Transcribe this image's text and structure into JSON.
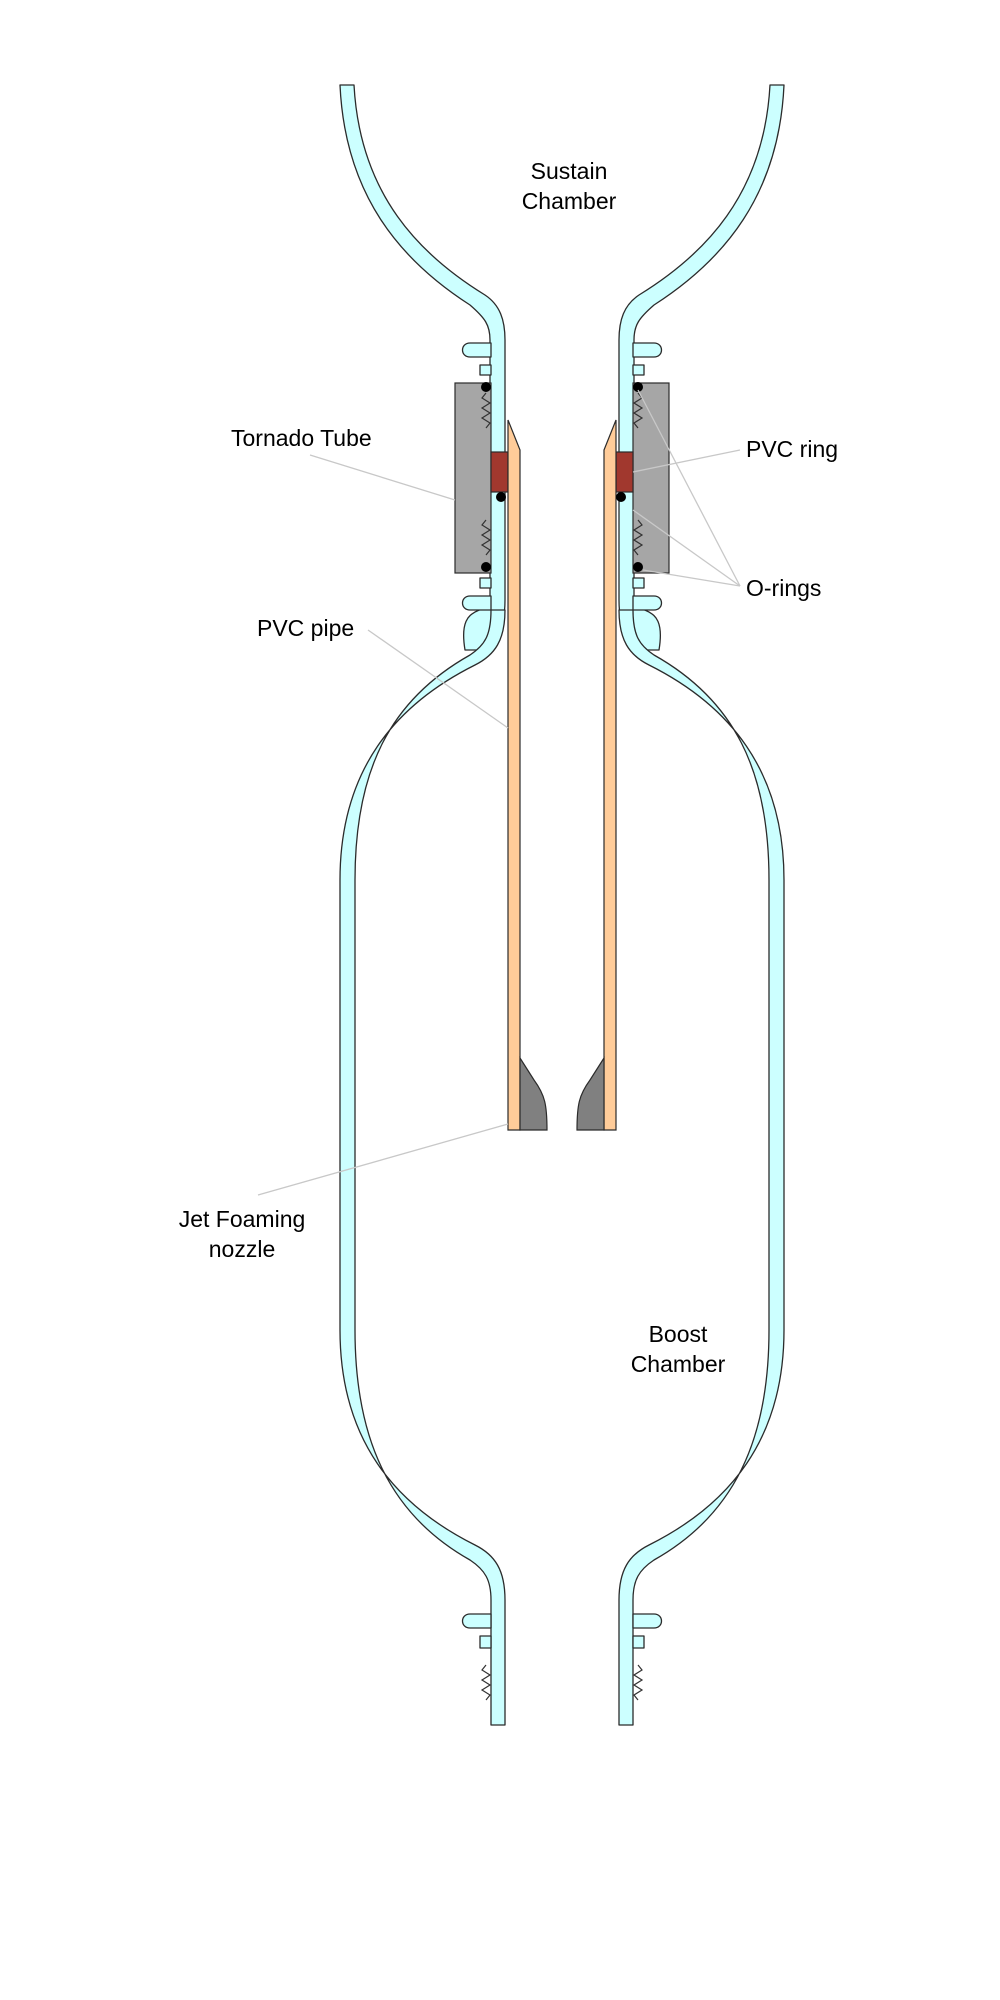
{
  "labels": {
    "sustain_chamber": [
      "Sustain",
      "Chamber"
    ],
    "tornado_tube": "Tornado Tube",
    "pvc_ring": "PVC ring",
    "o_rings": "O-rings",
    "pvc_pipe": "PVC pipe",
    "jet_foaming_nozzle": [
      "Jet Foaming",
      "nozzle"
    ],
    "boost_chamber": [
      "Boost",
      "Chamber"
    ]
  },
  "colors": {
    "bottle_wall": "#ccffff",
    "pvc_pipe": "#ffcc99",
    "tornado_tube": "#a6a6a6",
    "pvc_ring": "#a1382e",
    "nozzle": "#808080",
    "o_ring": "#000000",
    "leader_line": "#c8c8c8"
  }
}
